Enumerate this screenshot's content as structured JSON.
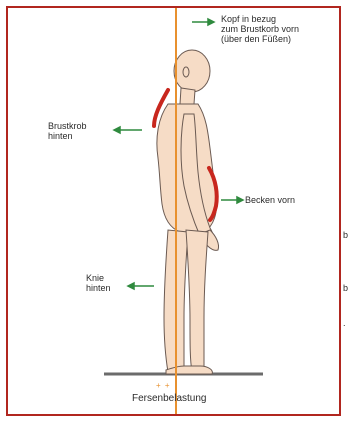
{
  "labels": {
    "head": "Kopf in bezug\nzum Brustkorb vorn\n(über den Füßen)",
    "chest": "Brustkrob\nhinten",
    "pelvis": "Becken vorn",
    "knee": "Knie\nhinten",
    "heel": "Fersenbelastung",
    "plus_marks": "+ +"
  },
  "colors": {
    "frame_border": "#b1261f",
    "plumb_line": "#e8912f",
    "arrow_green": "#2f8a3e",
    "highlight_red": "#c8271e",
    "skin": "#f6dcc6",
    "outline": "#6b5a52",
    "floor": "#6b6b6b"
  }
}
